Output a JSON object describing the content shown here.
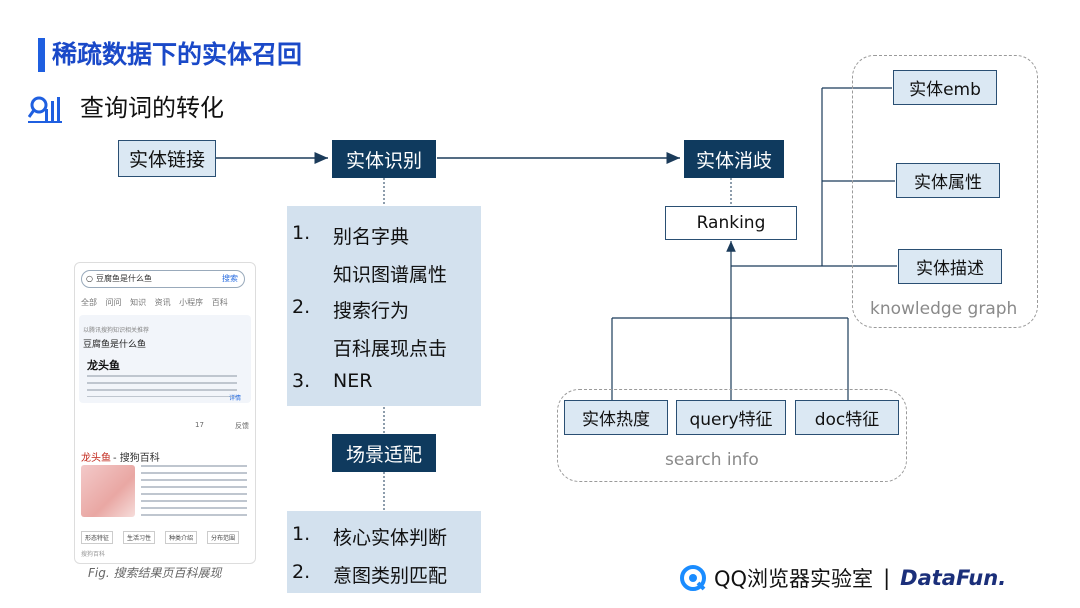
{
  "title": "稀疏数据下的实体召回",
  "subtitle": "查询词的转化",
  "nodes": {
    "link": "实体链接",
    "recognize": "实体识别",
    "disambig": "实体消歧",
    "scene": "场景适配",
    "ranking": "Ranking"
  },
  "recognize_methods": [
    {
      "num": "1.",
      "text": "别名字典"
    },
    {
      "num": "",
      "text": "知识图谱属性"
    },
    {
      "num": "2.",
      "text": "搜索行为"
    },
    {
      "num": "",
      "text": "百科展现点击"
    },
    {
      "num": "3.",
      "text": "NER"
    }
  ],
  "scene_methods": [
    {
      "num": "1.",
      "text": "核心实体判断"
    },
    {
      "num": "2.",
      "text": "意图类别匹配"
    }
  ],
  "knowledge_graph": {
    "label": "knowledge graph",
    "items": [
      "实体emb",
      "实体属性",
      "实体描述"
    ]
  },
  "search_info": {
    "label": "search info",
    "items": [
      "实体热度",
      "query特征",
      "doc特征"
    ]
  },
  "phone": {
    "query": "豆腐鱼是什么鱼",
    "search_button": "搜索",
    "tabs": "全部 问问 知识 资讯 小程序 百科",
    "source": "以腾讯搜狗知识相关推荐",
    "question": "豆腐鱼是什么鱼",
    "answer_title": "龙头鱼",
    "more": "详情",
    "likes": "17",
    "feedback": "反馈",
    "result_title": "龙头鱼",
    "result_source": "- 搜狗百科",
    "tags": [
      "形态特征",
      "生活习性",
      "种类介绍",
      "分布范围"
    ],
    "source_label": "搜狗百科"
  },
  "fig_caption": "Fig. 搜索结果页百科展现",
  "footer": {
    "lab": "QQ浏览器实验室",
    "sep": "|",
    "brand": "DataFun."
  }
}
